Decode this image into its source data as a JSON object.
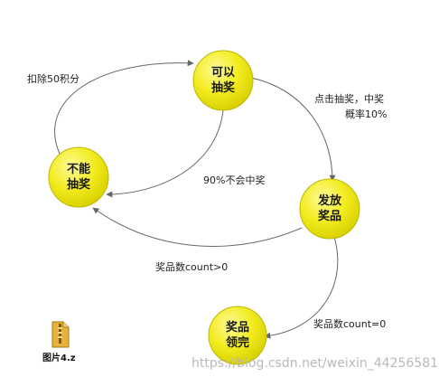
{
  "colors": {
    "node_fill": "#f2ec1f",
    "node_stroke": "#bdb700",
    "edge": "#666666"
  },
  "nodes": {
    "can_draw": {
      "line1": "可以",
      "line2": "抽奖"
    },
    "cannot_draw": {
      "line1": "不能",
      "line2": "抽奖"
    },
    "send_prize": {
      "line1": "发放",
      "line2": "奖品"
    },
    "prize_received": {
      "line1": "奖品",
      "line2": "领完"
    }
  },
  "edges": {
    "deduct_points": "扣除50积分",
    "click_draw_line1": "点击抽奖，中奖",
    "click_draw_line2": "概率10%",
    "no_win": "90%不会中奖",
    "count_positive": "奖品数count>0",
    "count_zero": "奖品数count=0"
  },
  "file": {
    "icon": "zip-file-icon",
    "name": "图片4.z"
  },
  "watermark": "https://blog.csdn.net/weixin_44256581"
}
